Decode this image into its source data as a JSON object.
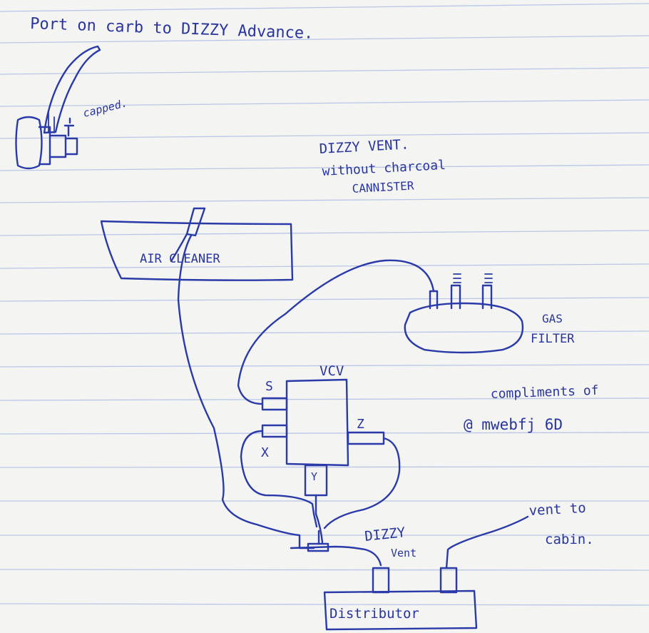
{
  "notes": {
    "title": "Port on carb to DIZZY Advance.",
    "capped": "capped.",
    "dizzy_vent_line1": "DIZZY VENT.",
    "dizzy_vent_line2": "without charcoal",
    "dizzy_vent_line3": "CANNISTER",
    "compliments_line1": "compliments of",
    "compliments_line2": "@ mwebfj 6D"
  },
  "components": {
    "air_cleaner": "AIR CLEANER",
    "gas_filter_line1": "GAS",
    "gas_filter_line2": "FILTER",
    "vcv": "VCV",
    "port_s": "S",
    "port_x": "X",
    "port_y": "Y",
    "port_z": "Z",
    "dizzy_vent_line1": "DIZZY",
    "dizzy_vent_line2": "Vent",
    "vent_to_cabin_line1": "vent to",
    "vent_to_cabin_line2": "cabin.",
    "distributor": "Distributor"
  },
  "colors": {
    "ink": "#2a3aa8",
    "paper": "#f4f4f2",
    "rule": "#b9c6e6"
  }
}
